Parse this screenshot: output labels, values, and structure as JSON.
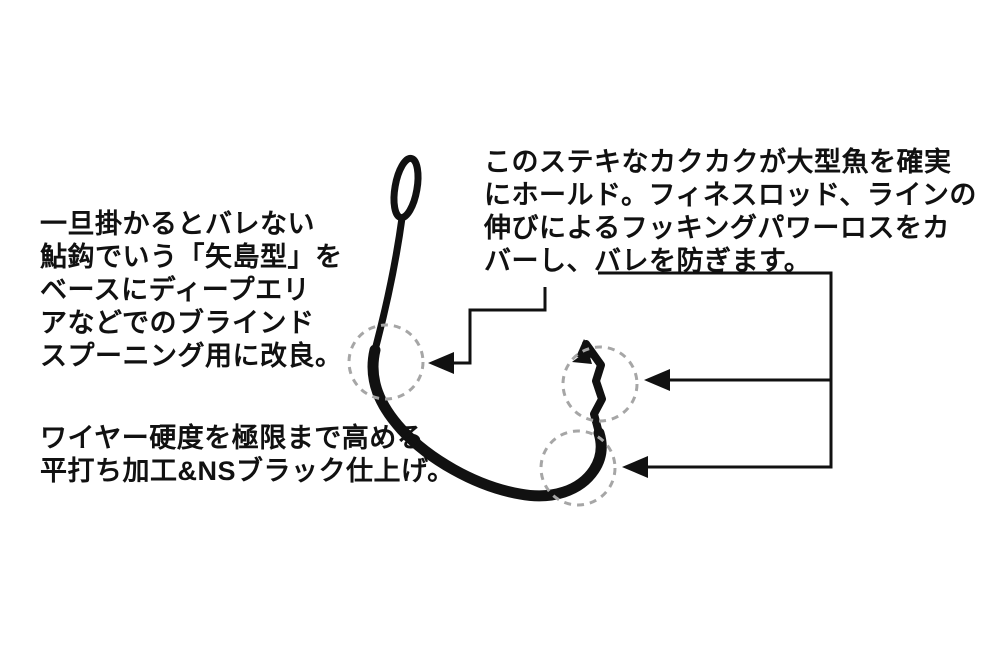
{
  "colors": {
    "background": "#ffffff",
    "ink": "#111111",
    "highlight_circle": "#a6a6a6"
  },
  "annotations": {
    "left_top": {
      "lines": [
        "一旦掛かるとバレない",
        "鮎鈎でいう「矢島型」を",
        "ベースにディープエリ",
        "アなどでのブラインド",
        "スプーニング用に改良。"
      ]
    },
    "left_bottom": {
      "lines": [
        "ワイヤー硬度を極限まで高める",
        "平打ち加工&NSブラック仕上げ。"
      ]
    },
    "top_right": {
      "lines": [
        "このステキなカクカクが大型魚を確実",
        "にホールド。フィネスロッド、ラインの",
        "伸びによるフッキングパワーロスをカ",
        "バーし、バレを防ぎます。"
      ]
    }
  }
}
